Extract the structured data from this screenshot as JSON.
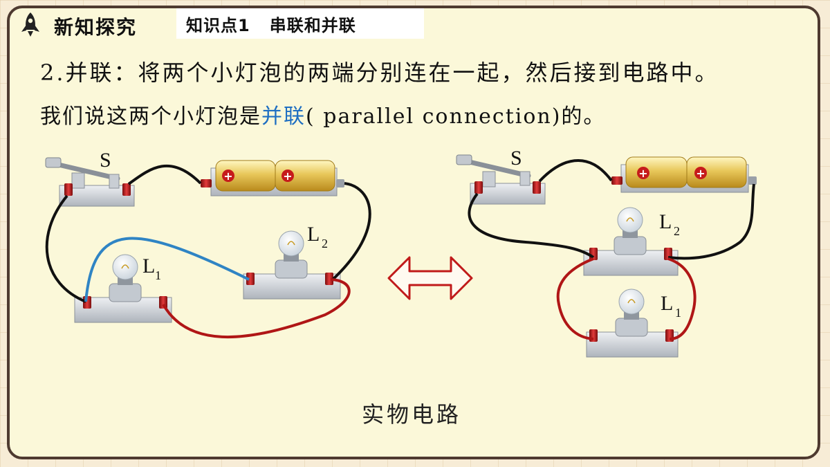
{
  "header": {
    "section_title": "新知探究",
    "topic": "知识点1   串联和并联",
    "icon": "rocket-icon"
  },
  "content": {
    "line1": "2.并联：将两个小灯泡的两端分别连在一起，然后接到电路中。",
    "line2_prefix": "我们说这两个小灯泡是",
    "line2_term": "并联",
    "line2_suffix": "( parallel connection)的。"
  },
  "diagram": {
    "left_labels": {
      "switch": "S",
      "lamp1": "L",
      "lamp1_sub": "1",
      "lamp2": "L",
      "lamp2_sub": "2"
    },
    "right_labels": {
      "switch": "S",
      "lamp1": "L",
      "lamp1_sub": "1",
      "lamp2": "L",
      "lamp2_sub": "2"
    },
    "battery_symbol": "+",
    "caption": "实物电路"
  },
  "colors": {
    "wire_black": "#111111",
    "wire_blue": "#2f84c4",
    "wire_red": "#b01616",
    "arrow": "#c01a1a",
    "highlight": "#1f6fc2",
    "frame": "#4e3a30"
  }
}
